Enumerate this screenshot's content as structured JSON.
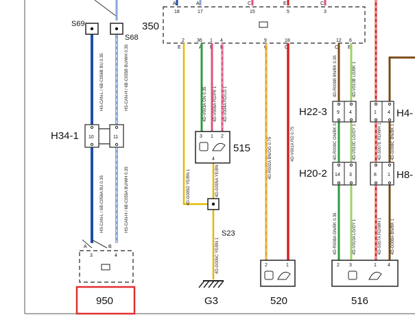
{
  "components": {
    "c350": "350",
    "c950": "950",
    "c515": "515",
    "c520": "520",
    "c516": "516",
    "h34": "H34-1",
    "h22": "H22-3",
    "h20": "H20-2",
    "h4": "H4-",
    "h8": "H8-",
    "s69": "S69",
    "s68": "S68",
    "s23": "S23",
    "g3": "G3"
  },
  "pins": {
    "c350_top": [
      "18",
      "17",
      "15",
      "5",
      "3"
    ],
    "c350_bottom": [
      "2",
      "36",
      "1",
      "4",
      "9",
      "18",
      "12",
      "6"
    ],
    "c350_letters": [
      "A",
      "A",
      "C",
      "E",
      "C",
      "E",
      "A",
      "E",
      "E",
      "C",
      "C",
      "C",
      "E"
    ],
    "c950": [
      "3",
      "4"
    ],
    "c950_letters": [
      "A",
      "B"
    ],
    "c515": [
      "3",
      "1",
      "2",
      "4"
    ],
    "c520": [
      "2",
      "1"
    ],
    "c516": [
      "2",
      "3",
      "1",
      "4"
    ],
    "h34": [
      "10",
      "11"
    ],
    "h22": [
      "9",
      "4"
    ],
    "h20": [
      "14",
      "3"
    ],
    "h4": [
      "1",
      "4"
    ],
    "h8": [
      "8",
      "1"
    ]
  },
  "wires": {
    "w1": "HS-CAN-L / 6B-C056B BU 0.35",
    "w2": "HS-CAN-H / 6B-C055B BU/WH 0.35",
    "w3": "HS-CAN-L / 6B-C056A BU 0.35",
    "w4": "HS-CAN-H / 6B-C055A BU/WH 0.35",
    "w5": "4D-G005D YE/BN 1",
    "w6": "4D-V003A GN 0.35",
    "w7": "4D-V006A RD/PK 1",
    "w8": "4D-V004A RD/LG 1",
    "w9": "4D-G005A YE/BN 1",
    "w10": "4D-G005C YE/BN 1",
    "w11": "4D-R002A BN/OG 0.75",
    "w12": "4D-V001A RD 0.75",
    "w13": "4D-R009B BN/BK 0.35",
    "w14": "4D-V010B LG/BK 1",
    "w15": "4D-R009C GN/BK 0.35",
    "w16": "4D-V010C LG/GY 1",
    "w17": "4D-S007E RD/WH 1",
    "w18": "4D-G008C BN/BK 1",
    "w19": "4D-R008A GN/BK 0.35",
    "w20": "4D-V010A LG/GY 1",
    "w21": "4D-S007A RD/WH 1",
    "w22": "4D-G008A BN/BK 1"
  },
  "colors": {
    "blue": "#1f4fa8",
    "blue_white": "#8aa6d8",
    "yellow": "#e6b800",
    "green": "#2e9a3f",
    "pink": "#e0507a",
    "red": "#d62020",
    "orange": "#e8a020",
    "brown": "#7a4a16",
    "lightgreen": "#9fd36a",
    "highlight": "#e03030"
  }
}
